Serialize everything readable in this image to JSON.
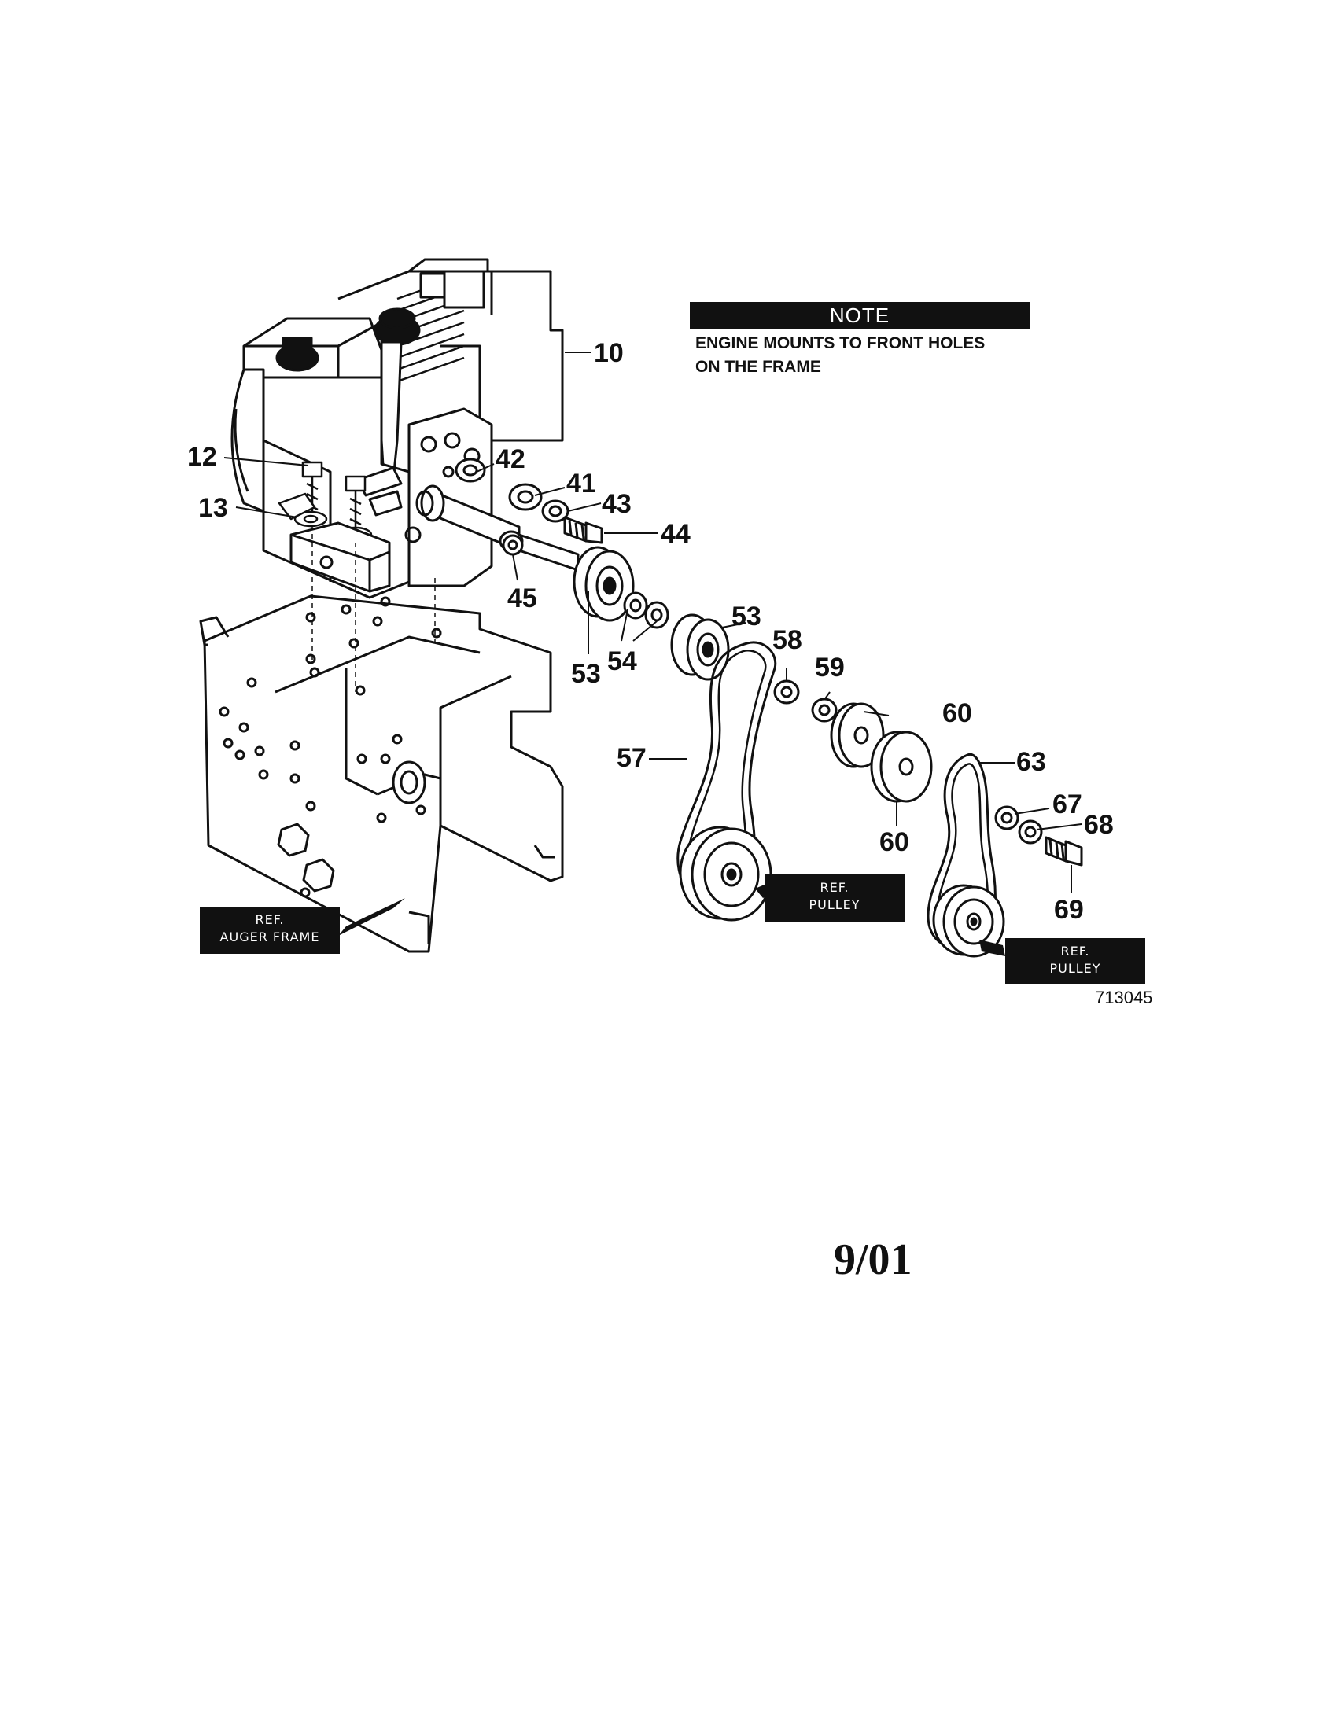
{
  "note": {
    "title": "NOTE",
    "line1": "ENGINE MOUNTS TO FRONT HOLES",
    "line2": "ON THE FRAME"
  },
  "refs": {
    "auger_frame": [
      "REF.",
      "AUGER FRAME"
    ],
    "pulley_1": [
      "REF.",
      "PULLEY"
    ],
    "pulley_2": [
      "REF.",
      "PULLEY"
    ]
  },
  "parts": {
    "p10": "10",
    "p12": "12",
    "p13": "13",
    "p41": "41",
    "p42": "42",
    "p43": "43",
    "p44": "44",
    "p45": "45",
    "p53a": "53",
    "p53b": "53",
    "p54": "54",
    "p57": "57",
    "p58": "58",
    "p59": "59",
    "p60a": "60",
    "p60b": "60",
    "p63": "63",
    "p67": "67",
    "p68": "68",
    "p69": "69"
  },
  "diagram_id": "713045",
  "page_date": "9/01"
}
